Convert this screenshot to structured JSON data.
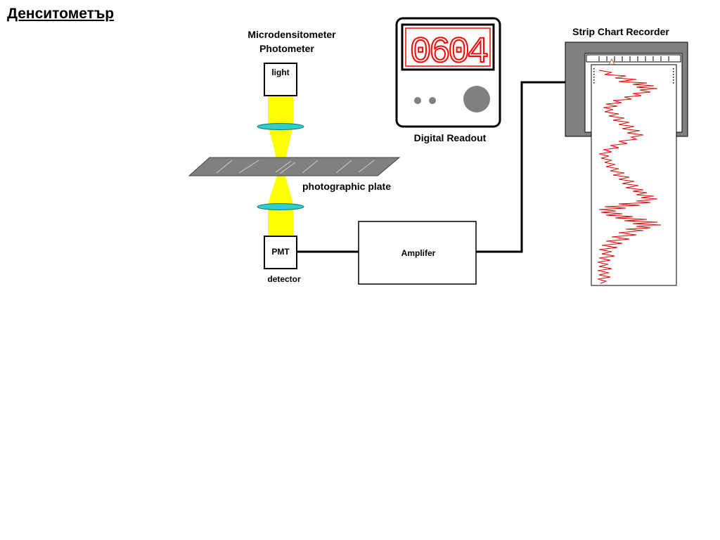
{
  "page": {
    "title": "Денситометър"
  },
  "diagram": {
    "photometer_label_line1": "Microdensitometer",
    "photometer_label_line2": "Photometer",
    "light_box_label": "light",
    "plate_label": "photographic plate",
    "pmt_box_label": "PMT",
    "detector_label": "detector",
    "amplifier_label": "Amplifer",
    "readout_label": "Digital Readout",
    "readout_value": "0604",
    "recorder_label": "Strip Chart Recorder"
  },
  "colors": {
    "light_beam": "#ffff00",
    "lens": "#33cccc",
    "plate": "#808080",
    "readout_digits": "#ff0000",
    "trace": "#dd0000"
  }
}
